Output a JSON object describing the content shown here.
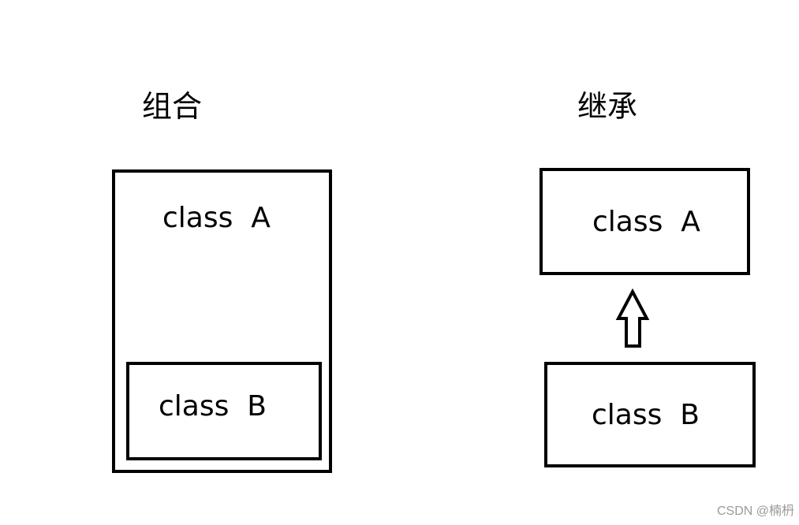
{
  "composition": {
    "title": "组合",
    "outer_label": "class  A",
    "inner_label": "class  B"
  },
  "inheritance": {
    "title": "继承",
    "parent_label": "class  A",
    "child_label": "class  B"
  },
  "watermark": "CSDN @楠枬"
}
